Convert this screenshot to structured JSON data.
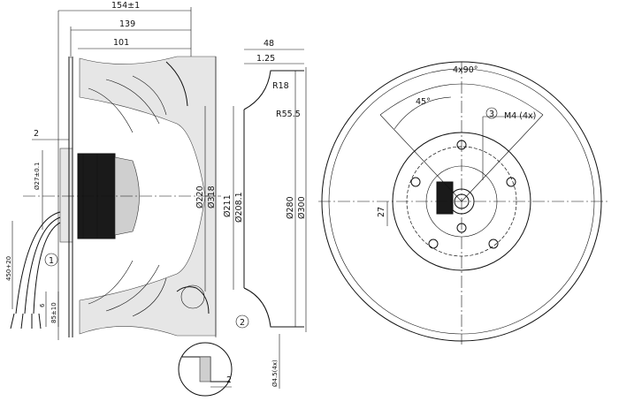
{
  "side_view": {
    "dim_overall": "154±1",
    "dim_139": "139",
    "dim_101": "101",
    "dim_2": "2",
    "dim_dia_27": "Ø27±0.1",
    "dim_cable": "450+20",
    "dim_6": "6",
    "dim_85": "85±10",
    "dim_dia_220": "Ø220",
    "dim_dia_318": "Ø318",
    "callout_1": "1"
  },
  "inlet_ring": {
    "dim_48": "48",
    "dim_1_25": "1.25",
    "dim_r18": "R18",
    "dim_r55_5": "R55.5",
    "dim_dia_211": "Ø211",
    "dim_dia_208_1": "Ø208.1",
    "dim_dia_280": "Ø280",
    "dim_dia_300": "Ø300",
    "dim_hole": "Ø4.5(4x)",
    "callout_2": "2",
    "detail_dim_2": "2"
  },
  "front_view": {
    "dim_4x90": "4x90°",
    "dim_45": "45°",
    "dim_m4": "M4 (4x)",
    "callout_3": "3",
    "dim_27": "27"
  }
}
